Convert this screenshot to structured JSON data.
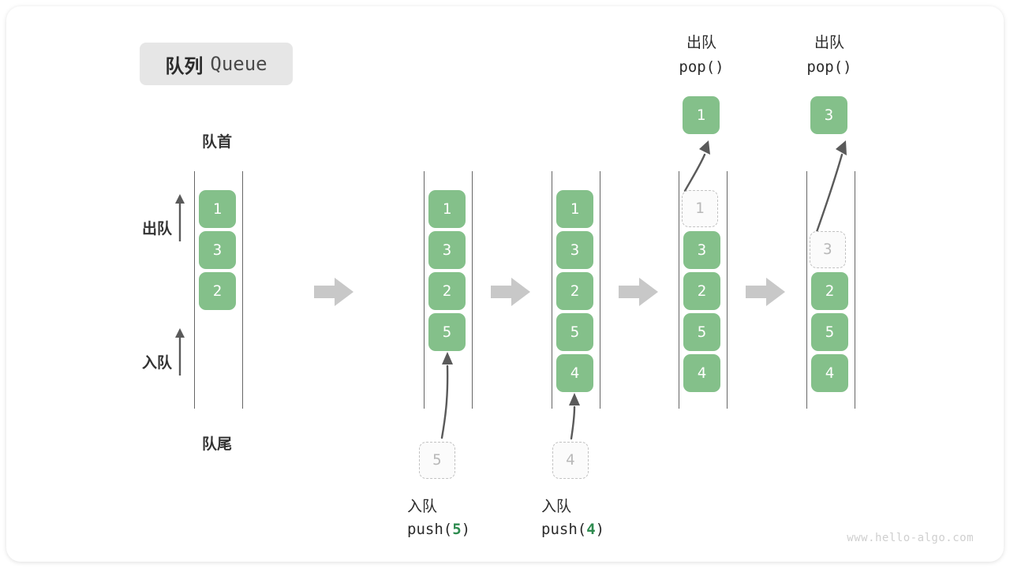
{
  "title": {
    "cn": "队列",
    "en": "Queue"
  },
  "labels": {
    "front": "队首",
    "back": "队尾",
    "dequeue": "出队",
    "enqueue": "入队",
    "pop_fn": "pop()"
  },
  "colors": {
    "element": "#84c08a",
    "ghost_fill": "#fbfbfb",
    "ghost_border": "#c2c2c2",
    "ghost_text": "#b8b8b8",
    "rail": "#666666",
    "arrow": "#5a5a5a",
    "flow_arrow": "#c8c8c8",
    "chip_bg": "#e6e6e6",
    "text": "#2b2b2b",
    "accent": "#2e8b4f",
    "watermark": "#cfcfcf"
  },
  "columns": [
    {
      "id": "initial",
      "elements": [
        "1",
        "3",
        "2"
      ],
      "ghost_index": null,
      "ghost_value": null,
      "head_label": "队首",
      "foot_label": "队尾",
      "side_labels": [
        "出队",
        "入队"
      ]
    },
    {
      "id": "after-push-5",
      "elements": [
        "1",
        "3",
        "2",
        "5"
      ],
      "ghost_index": null,
      "ghost_value": null,
      "incoming_value": "5",
      "caption_cn": "入队",
      "caption_fn": "push(",
      "caption_val": "5",
      "caption_close": ")"
    },
    {
      "id": "after-push-4",
      "elements": [
        "1",
        "3",
        "2",
        "5",
        "4"
      ],
      "ghost_index": null,
      "ghost_value": null,
      "incoming_value": "4",
      "caption_cn": "入队",
      "caption_fn": "push(",
      "caption_val": "4",
      "caption_close": ")"
    },
    {
      "id": "after-pop-1",
      "elements": [
        "3",
        "2",
        "5",
        "4"
      ],
      "ghost_index": 0,
      "ghost_value": "1",
      "popped_value": "1",
      "header_cn": "出队",
      "header_fn": "pop()"
    },
    {
      "id": "after-pop-3",
      "elements": [
        "2",
        "5",
        "4"
      ],
      "ghost_index": 1,
      "ghost_value": "3",
      "popped_value": "3",
      "header_cn": "出队",
      "header_fn": "pop()"
    }
  ],
  "flow_arrows": 4,
  "watermark": "www.hello-algo.com"
}
